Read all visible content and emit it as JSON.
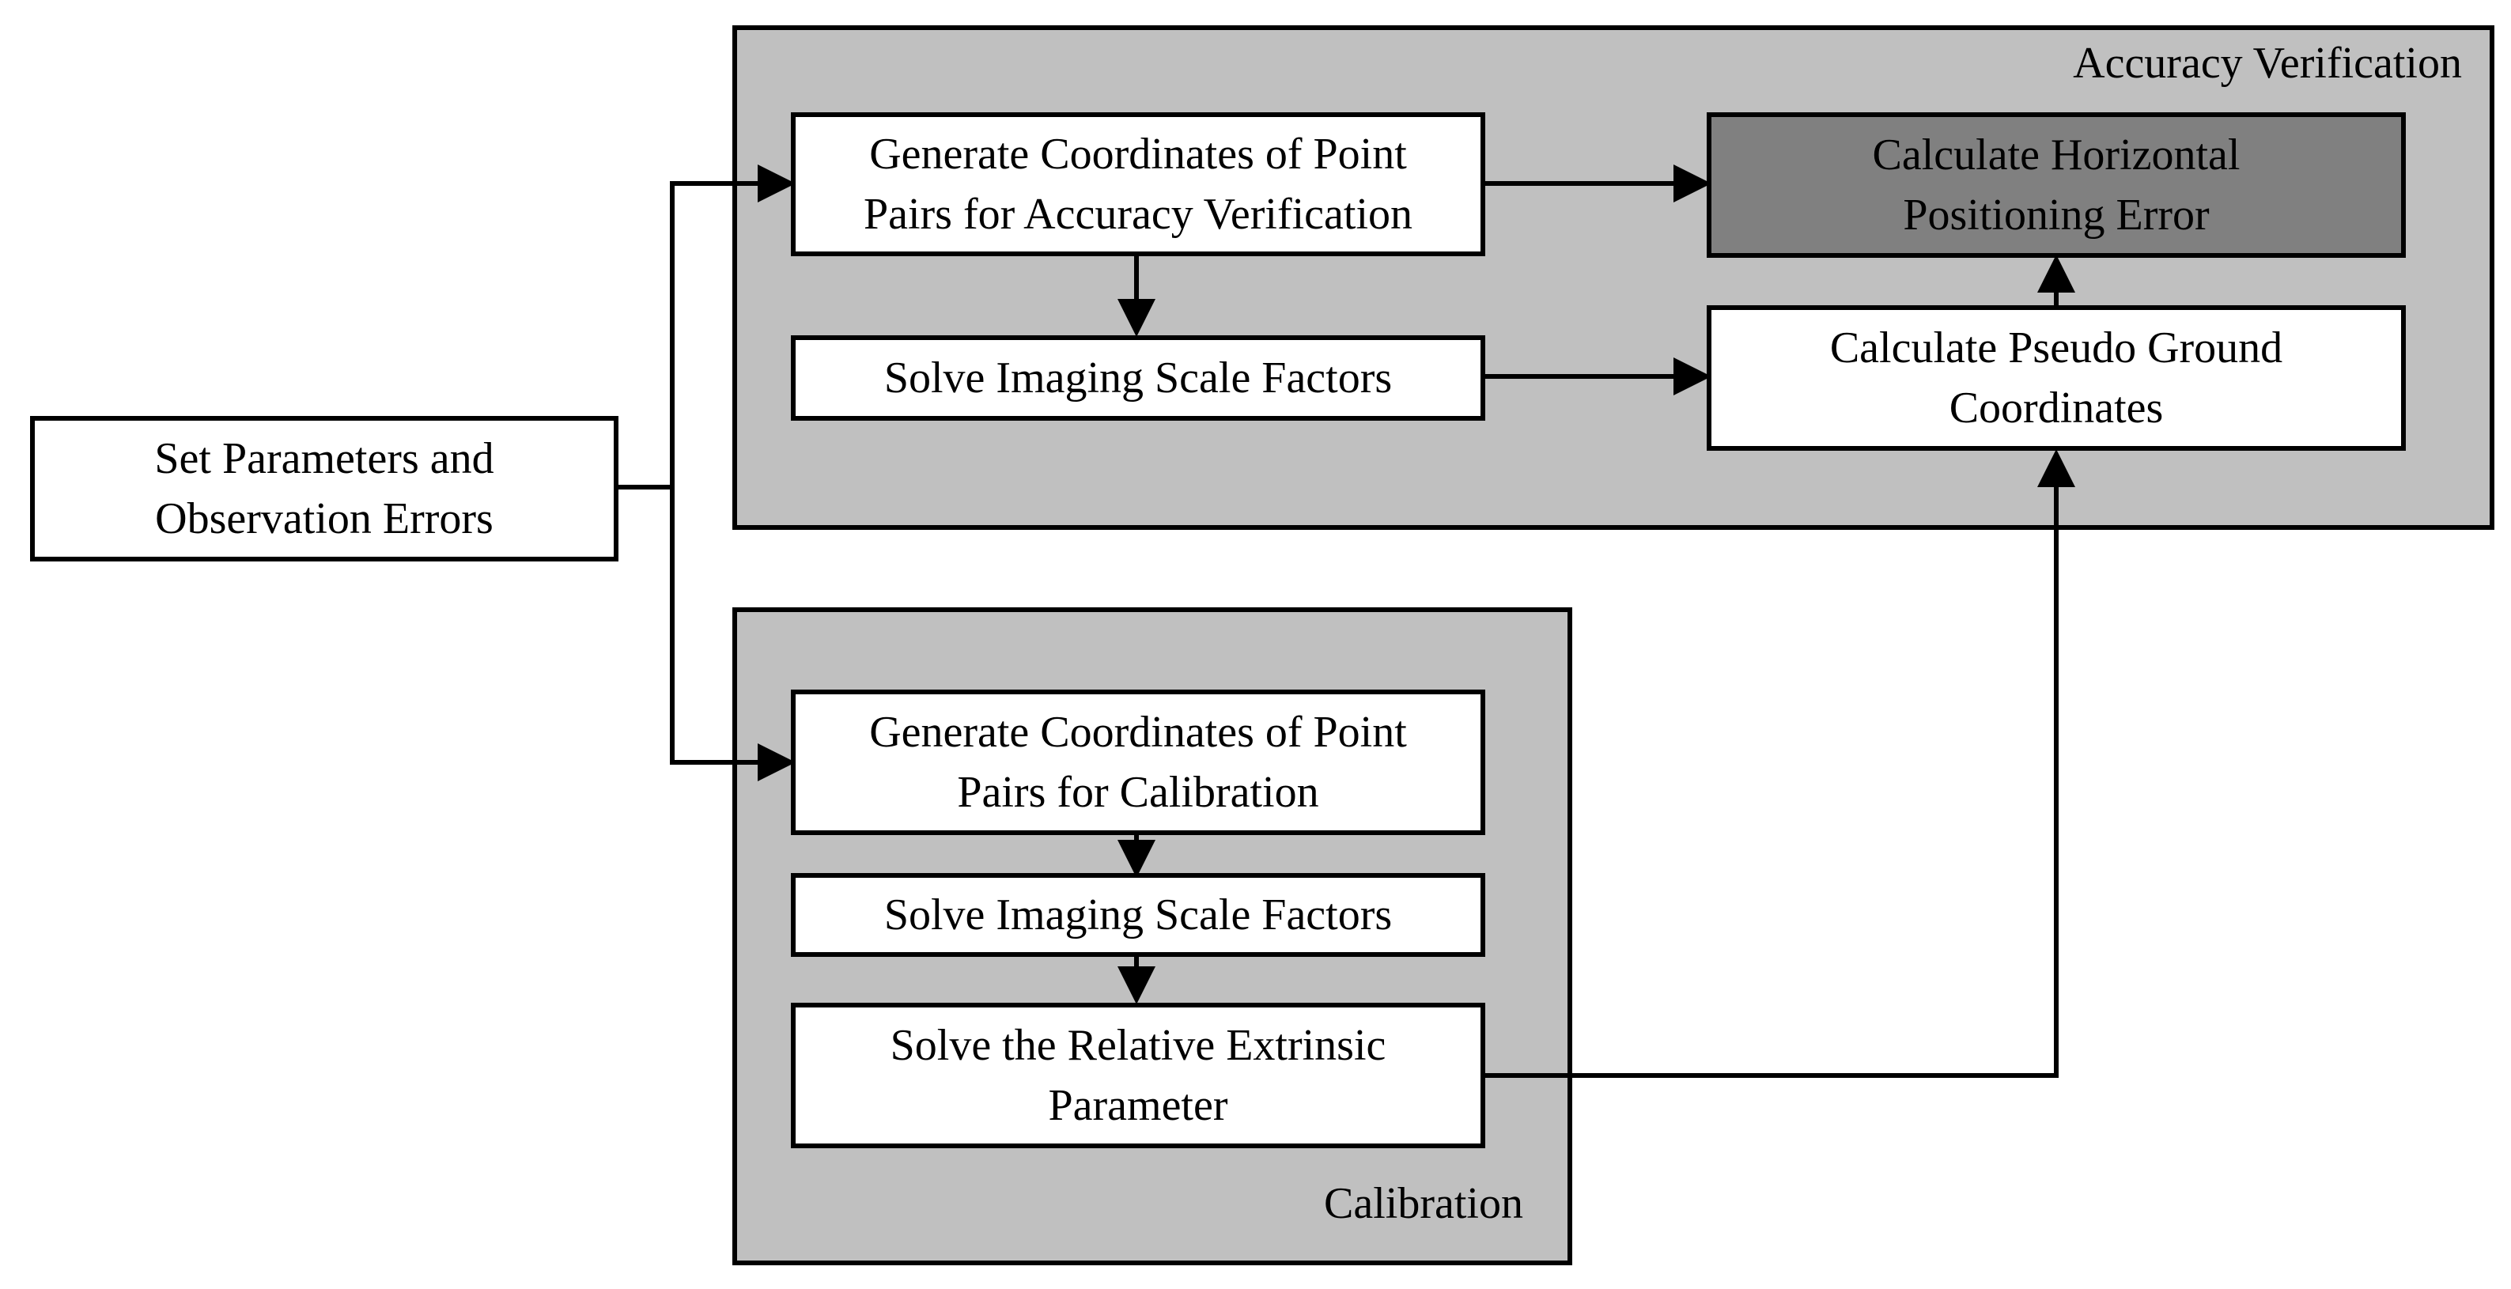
{
  "groups": {
    "accuracy_label": "Accuracy Verification",
    "calibration_label": "Calibration"
  },
  "boxes": {
    "set_params": [
      "Set Parameters and",
      "Observation Errors"
    ],
    "gen_accuracy": [
      "Generate Coordinates of Point",
      "Pairs for Accuracy Verification"
    ],
    "solve_scale_accuracy": [
      "Solve Imaging Scale Factors"
    ],
    "calc_hpe": [
      "Calculate Horizontal",
      "Positioning Error"
    ],
    "calc_pseudo": [
      "Calculate Pseudo Ground",
      "Coordinates"
    ],
    "gen_calibration": [
      "Generate Coordinates of Point",
      "Pairs for Calibration"
    ],
    "solve_scale_calibration": [
      "Solve Imaging Scale Factors"
    ],
    "solve_extrinsic": [
      "Solve the Relative Extrinsic",
      "Parameter"
    ]
  },
  "colors": {
    "group_fill": "#c0c0c0",
    "box_fill": "#ffffff",
    "highlight_fill": "#808080",
    "stroke": "#000000"
  }
}
